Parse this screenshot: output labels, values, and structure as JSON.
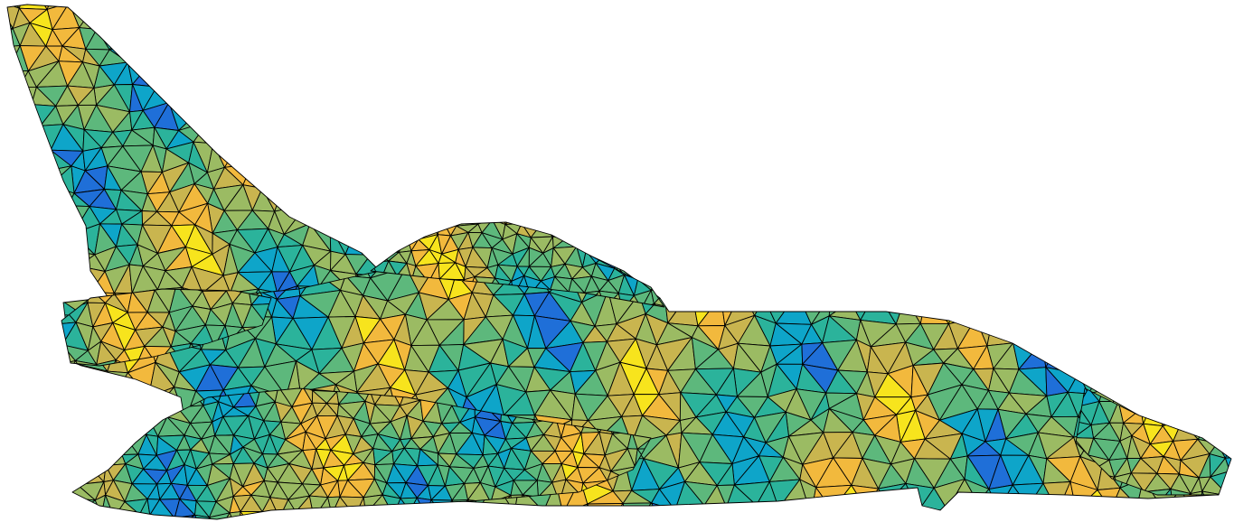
{
  "figure": {
    "subject": "triangulated-jet-mesh",
    "background_color": "#ffffff",
    "edge_color": "#000000",
    "colormap": [
      "#1f6fd8",
      "#0ea5c9",
      "#2bb39b",
      "#5db87c",
      "#9bbb63",
      "#c9b54f",
      "#f2b93d",
      "#f7e41d"
    ],
    "parts": [
      "tail-fin",
      "canard",
      "fuselage",
      "canopy",
      "left-wing",
      "nose"
    ]
  }
}
